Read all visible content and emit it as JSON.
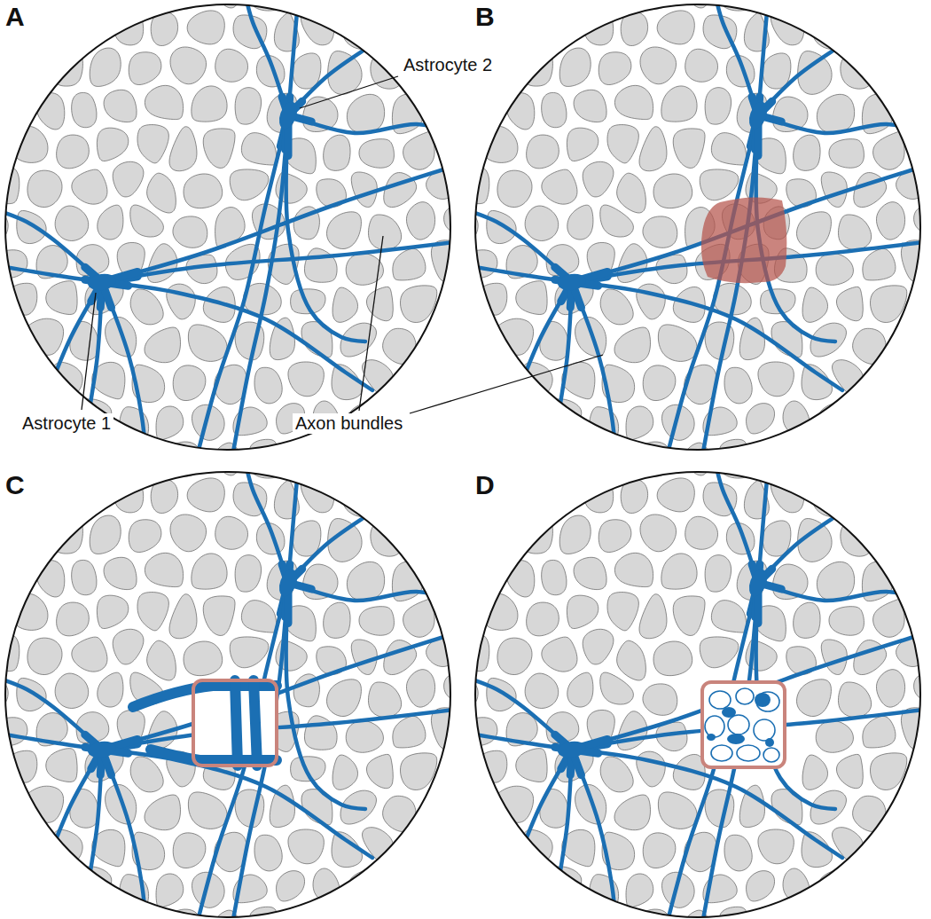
{
  "diagram": {
    "labels": [
      "A",
      "Astrocyte 2",
      "Astrocyte 1",
      "Axon bundles",
      "B",
      "C",
      "D"
    ]
  }
}
